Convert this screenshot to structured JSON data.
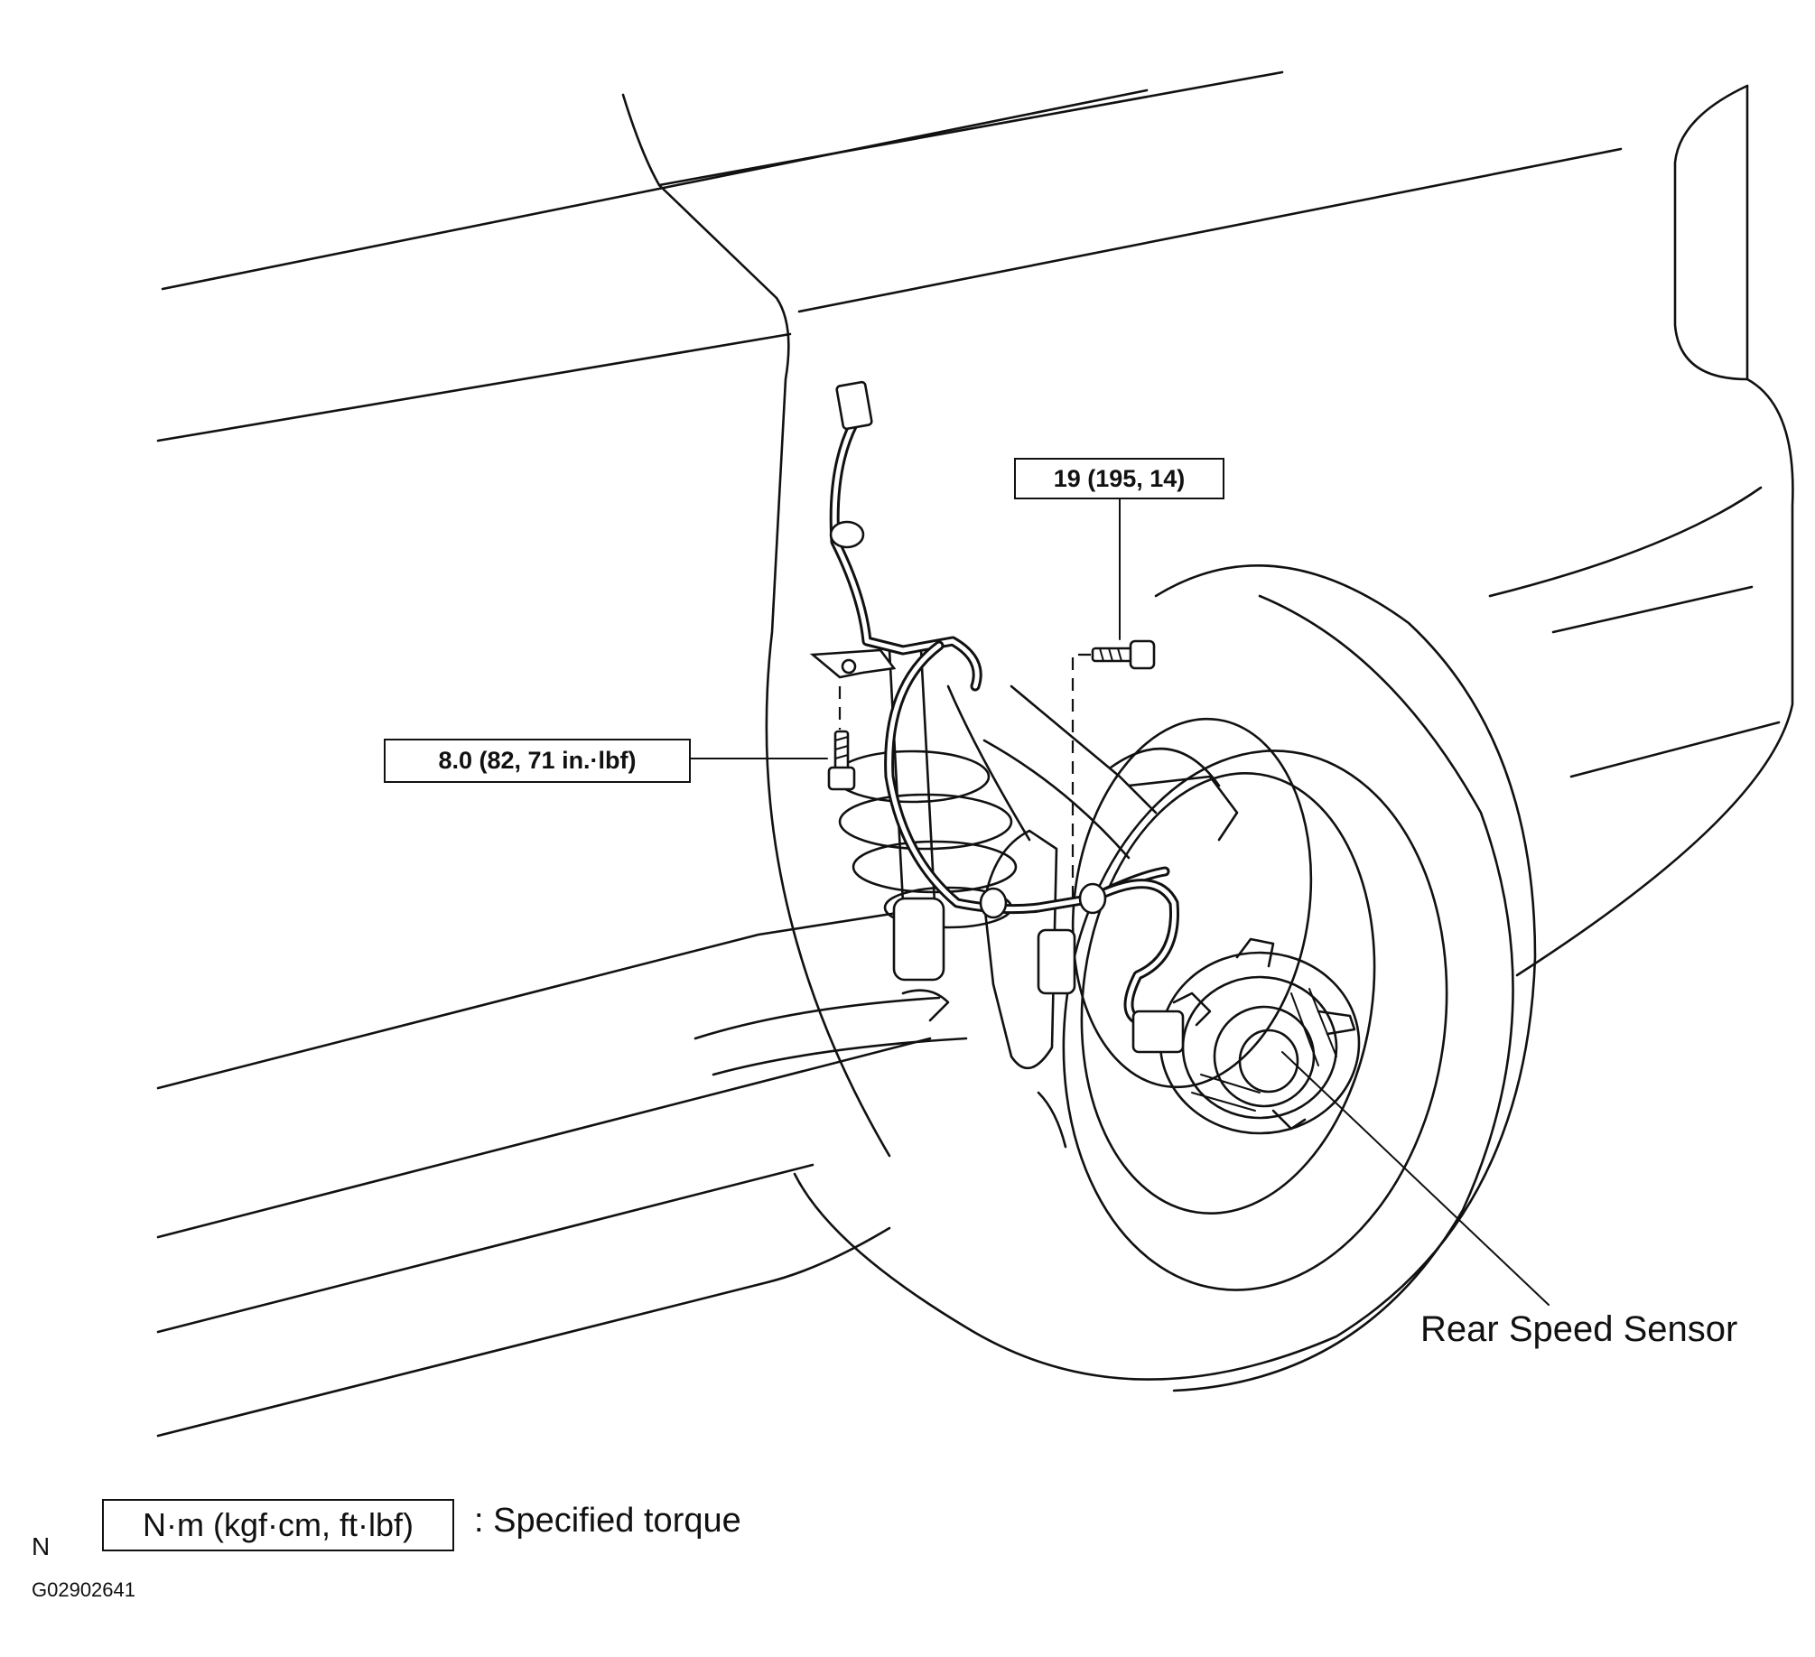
{
  "torque_labels": {
    "bolt_upper": "19 (195, 14)",
    "bolt_bracket": "8.0 (82, 71 in.·lbf)"
  },
  "component_label": "Rear Speed Sensor",
  "legend": {
    "unit_box": "N·m (kgf·cm, ft·lbf)",
    "description": ": Specified torque"
  },
  "marker_letter": "N",
  "figure_code": "G02902641"
}
